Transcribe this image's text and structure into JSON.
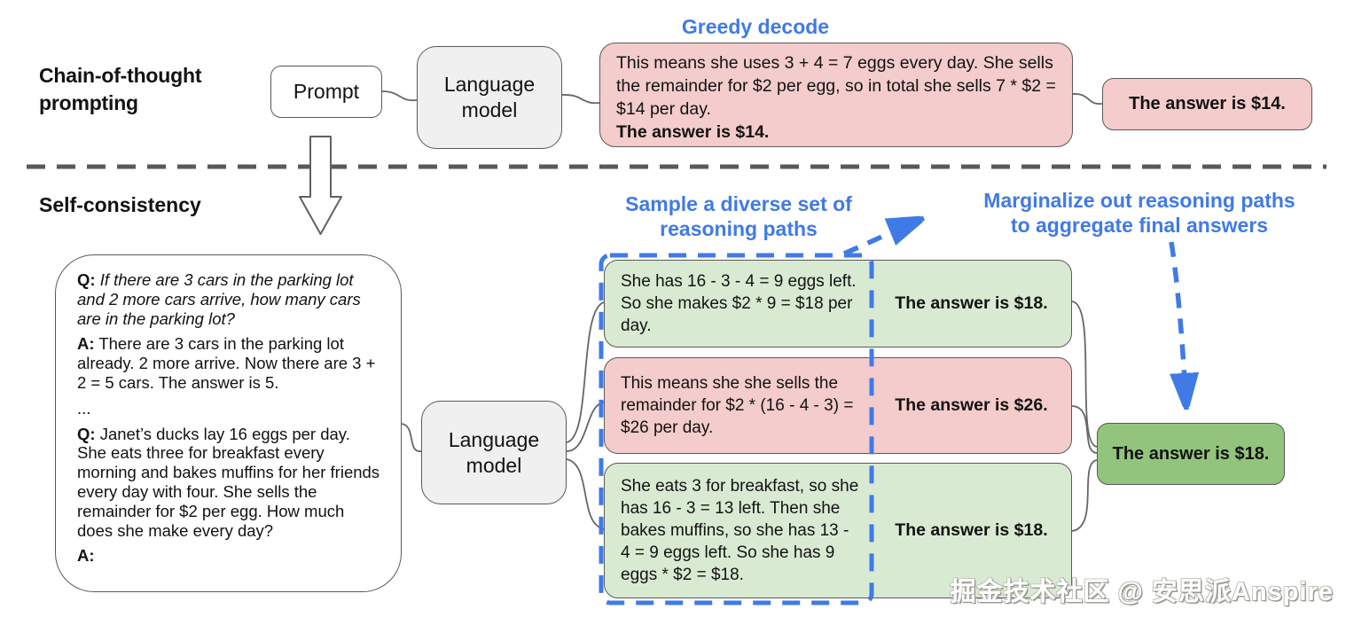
{
  "colors": {
    "blue": "#407ae6",
    "pink": "#f4cccc",
    "light_green": "#d9ead3",
    "dark_green": "#93c47d",
    "gray_box": "#f0f0f0",
    "border": "#595959"
  },
  "top": {
    "section_label_line1": "Chain-of-thought",
    "section_label_line2": "prompting",
    "prompt_box_label": "Prompt",
    "language_model_label": "Language model",
    "greedy_label": "Greedy decode",
    "greedy_body": "This means she uses 3 + 4 = 7 eggs every day. She sells the remainder for $2 per egg, so in total she sells 7 * $2 = $14 per day.",
    "greedy_answer_line": "The answer is $14.",
    "answer_box": "The answer is $14."
  },
  "bottom": {
    "section_label": "Self-consistency",
    "language_model_label": "Language model",
    "sample_label_line1": "Sample a diverse set of",
    "sample_label_line2": "reasoning paths",
    "marginalize_label_line1": "Marginalize out reasoning paths",
    "marginalize_label_line2": "to aggregate final answers",
    "fewshot_prompt": {
      "q1_prefix": "Q:",
      "q1_text": "If there are 3 cars in the parking lot and 2 more cars arrive, how many cars are in the parking lot?",
      "a1_prefix": "A:",
      "a1_text": "There are 3 cars in the parking lot already. 2 more arrive. Now there are 3 + 2 = 5 cars. The answer is 5.",
      "ellipsis": "...",
      "q2_prefix": "Q:",
      "q2_text": "Janet’s ducks lay 16 eggs per day. She eats three for breakfast every morning and bakes muffins for her friends every day with four. She sells the remainder for $2 per egg. How much does she make every day?",
      "a2_prefix": "A:"
    },
    "paths": [
      {
        "tone": "green",
        "reasoning": "She has 16 - 3 - 4 = 9 eggs left. So she makes $2 * 9 = $18 per day.",
        "answer": "The answer is $18."
      },
      {
        "tone": "pink",
        "reasoning": "This means she she sells the remainder for $2 * (16 - 4 - 3) = $26 per day.",
        "answer": "The answer is $26."
      },
      {
        "tone": "green",
        "reasoning": "She eats 3 for breakfast, so she has 16 - 3 = 13 left. Then she bakes muffins, so she has 13 - 4 = 9 eggs left. So she has 9 eggs * $2 = $18.",
        "answer": "The answer is $18."
      }
    ],
    "final_answer": "The answer is $18."
  },
  "watermark": "掘金技术社区 @ 安思派Anspire"
}
